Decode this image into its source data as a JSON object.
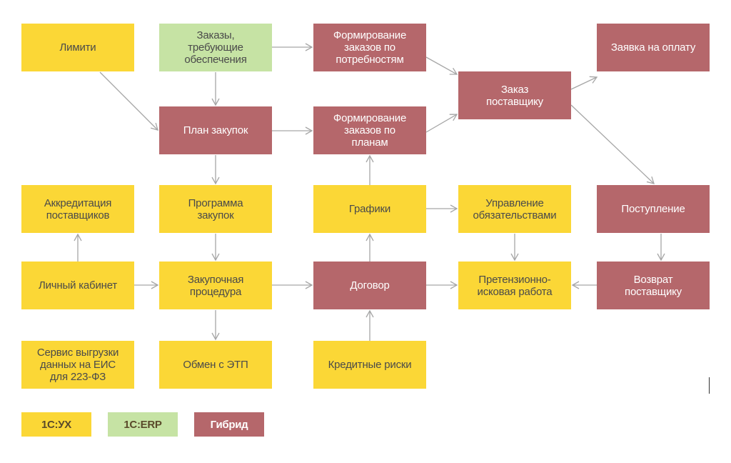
{
  "nodes": {
    "limity": "Лимити",
    "zakazy_obesp": "Заказы,\nтребующие\nобеспечения",
    "form_potreb": "Формирование\nзаказов по\nпотребностям",
    "zayavka_oplatu": "Заявка на оплату",
    "zakaz_post": "Заказ\nпоставщику",
    "plan_zakupok": "План закупок",
    "form_plan": "Формирование\nзаказов по\nпланам",
    "akkreditaciya": "Аккредитация\nпоставщиков",
    "programma": "Программа\nзакупок",
    "grafiki": "Графики",
    "upr_obyaz": "Управление\nобязательствами",
    "postuplenie": "Поступление",
    "lichny_kabinet": "Личный кабинет",
    "zakup_procedura": "Закупочная\nпроцедура",
    "dogovor": "Договор",
    "pretenz": "Претензионно-\nисковая работа",
    "vozvrat": "Возврат\nпоставщику",
    "servis": "Сервис выгрузки\nданных на ЕИС\nдля 223-ФЗ",
    "obmen_etp": "Обмен с ЭТП",
    "kredit_riski": "Кредитные риски"
  },
  "legend": {
    "ux": "1С:УХ",
    "erp": "1С:ERP",
    "hybrid": "Гибрид"
  },
  "colors": {
    "yellow": "#fbd736",
    "green": "#c6e3a4",
    "hybrid": "#b5676b",
    "arrow": "#a6a6a6"
  }
}
